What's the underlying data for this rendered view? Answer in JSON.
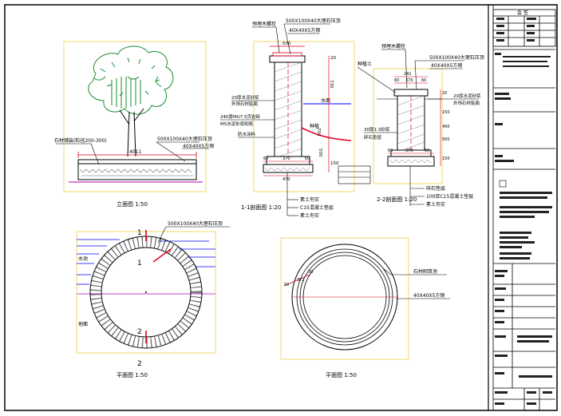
{
  "drawing": {
    "elevation": {
      "title": "立面图  1:50",
      "label_left": "石材铺装(粒径200-300)",
      "label_right_1": "500X100X40大理石压顶",
      "label_right_2": "40X40X5方钢",
      "dim_width": "4011"
    },
    "section_1": {
      "title": "1-1剖面图  1:20",
      "top_label_1": "预埋木螺栓",
      "top_label_2": "500X100X40大理石压顶",
      "top_label_3": "40X40X5方钢",
      "dim_top": "500",
      "left_label_1": "20厚水泥砂浆",
      "left_label_2": "外饰石材贴面",
      "left_label_3": "240厚MU7.5页岩砖",
      "left_label_4": "M5水泥砂浆砌筑",
      "left_label_5": "防水涂料",
      "water_label": "水面",
      "planting_label": "种植",
      "dims_right": [
        "20",
        "730",
        "750",
        "500",
        "150"
      ],
      "dims_bottom": [
        "60",
        "370",
        "60"
      ],
      "dim_bottom_total": "470",
      "legend_1": "素土夯实",
      "legend_2": "C15混凝土垫层",
      "legend_3": "素土夯实"
    },
    "section_2": {
      "title": "2-2剖面图  1:20",
      "top_label_1": "预埋木螺栓",
      "top_label_2": "500X100X40大理石压顶",
      "top_label_3": "40X40X5方钢",
      "left_label_1": "种植土",
      "right_label_1": "20厚水泥砂浆",
      "right_label_2": "外饰石材贴面",
      "left_label_2": "30厚1:3砂浆",
      "left_label_3": "碎石垫层",
      "dims_top": [
        "241",
        "60"
      ],
      "dims_mid": [
        "60",
        "370",
        "60"
      ],
      "dims_right": [
        "20",
        "150",
        "400",
        "500",
        "150"
      ],
      "dims_bottom": [
        "60",
        "370",
        "60"
      ],
      "legend_1": "碎石垫层",
      "legend_2": "100厚C15混凝土垫层",
      "legend_3": "素土夯实"
    },
    "plan_left": {
      "title": "平面图  1:50",
      "label_top": "500X100X40大理石压顶",
      "label_left": "水池",
      "label_bottom_left": "地面",
      "mark_top": "1",
      "mark_top_2": "1",
      "mark_bottom": "2",
      "mark_bottom_2": "2"
    },
    "plan_right": {
      "title": "平面图  1:50",
      "label_right_1": "石材砌筑池",
      "label_right_2": "40X40X5方钢",
      "dim_left": "50",
      "dim_2": "372",
      "dim_3": "30"
    }
  },
  "title_block": {
    "header": "会 签"
  },
  "colors": {
    "outline": "#000000",
    "dimension": "#e0001a",
    "accent_blue": "#0000ff",
    "frame_yellow": "#f2d96a",
    "magenta": "#b000b0",
    "tree_green": "#1a8f2e"
  }
}
